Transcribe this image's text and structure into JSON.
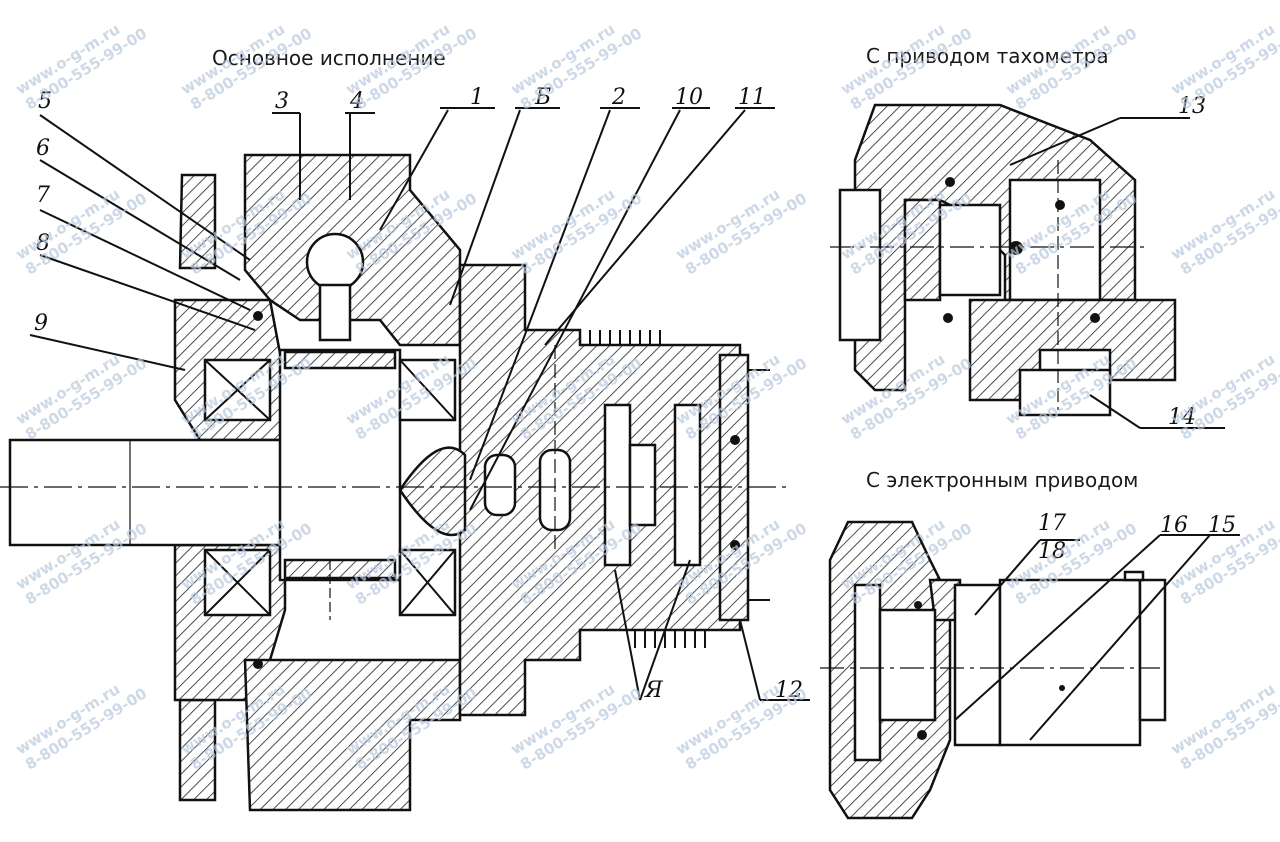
{
  "captions": {
    "main": "Основное исполнение",
    "tachometer": "С приводом тахометра",
    "electronic": "С электронным приводом"
  },
  "labels": {
    "l1": "1",
    "l2": "2",
    "l3": "3",
    "l4": "4",
    "l5": "5",
    "l6": "6",
    "l7": "7",
    "l8": "8",
    "l9": "9",
    "l10": "10",
    "l11": "11",
    "l12": "12",
    "l13": "13",
    "l14": "14",
    "l15": "15",
    "l16": "16",
    "l17": "17",
    "l18": "18",
    "lB": "Б",
    "lA": "Я"
  },
  "watermark": {
    "site": "www.o-g-m.ru",
    "phone": "8-800-555-99-00"
  }
}
